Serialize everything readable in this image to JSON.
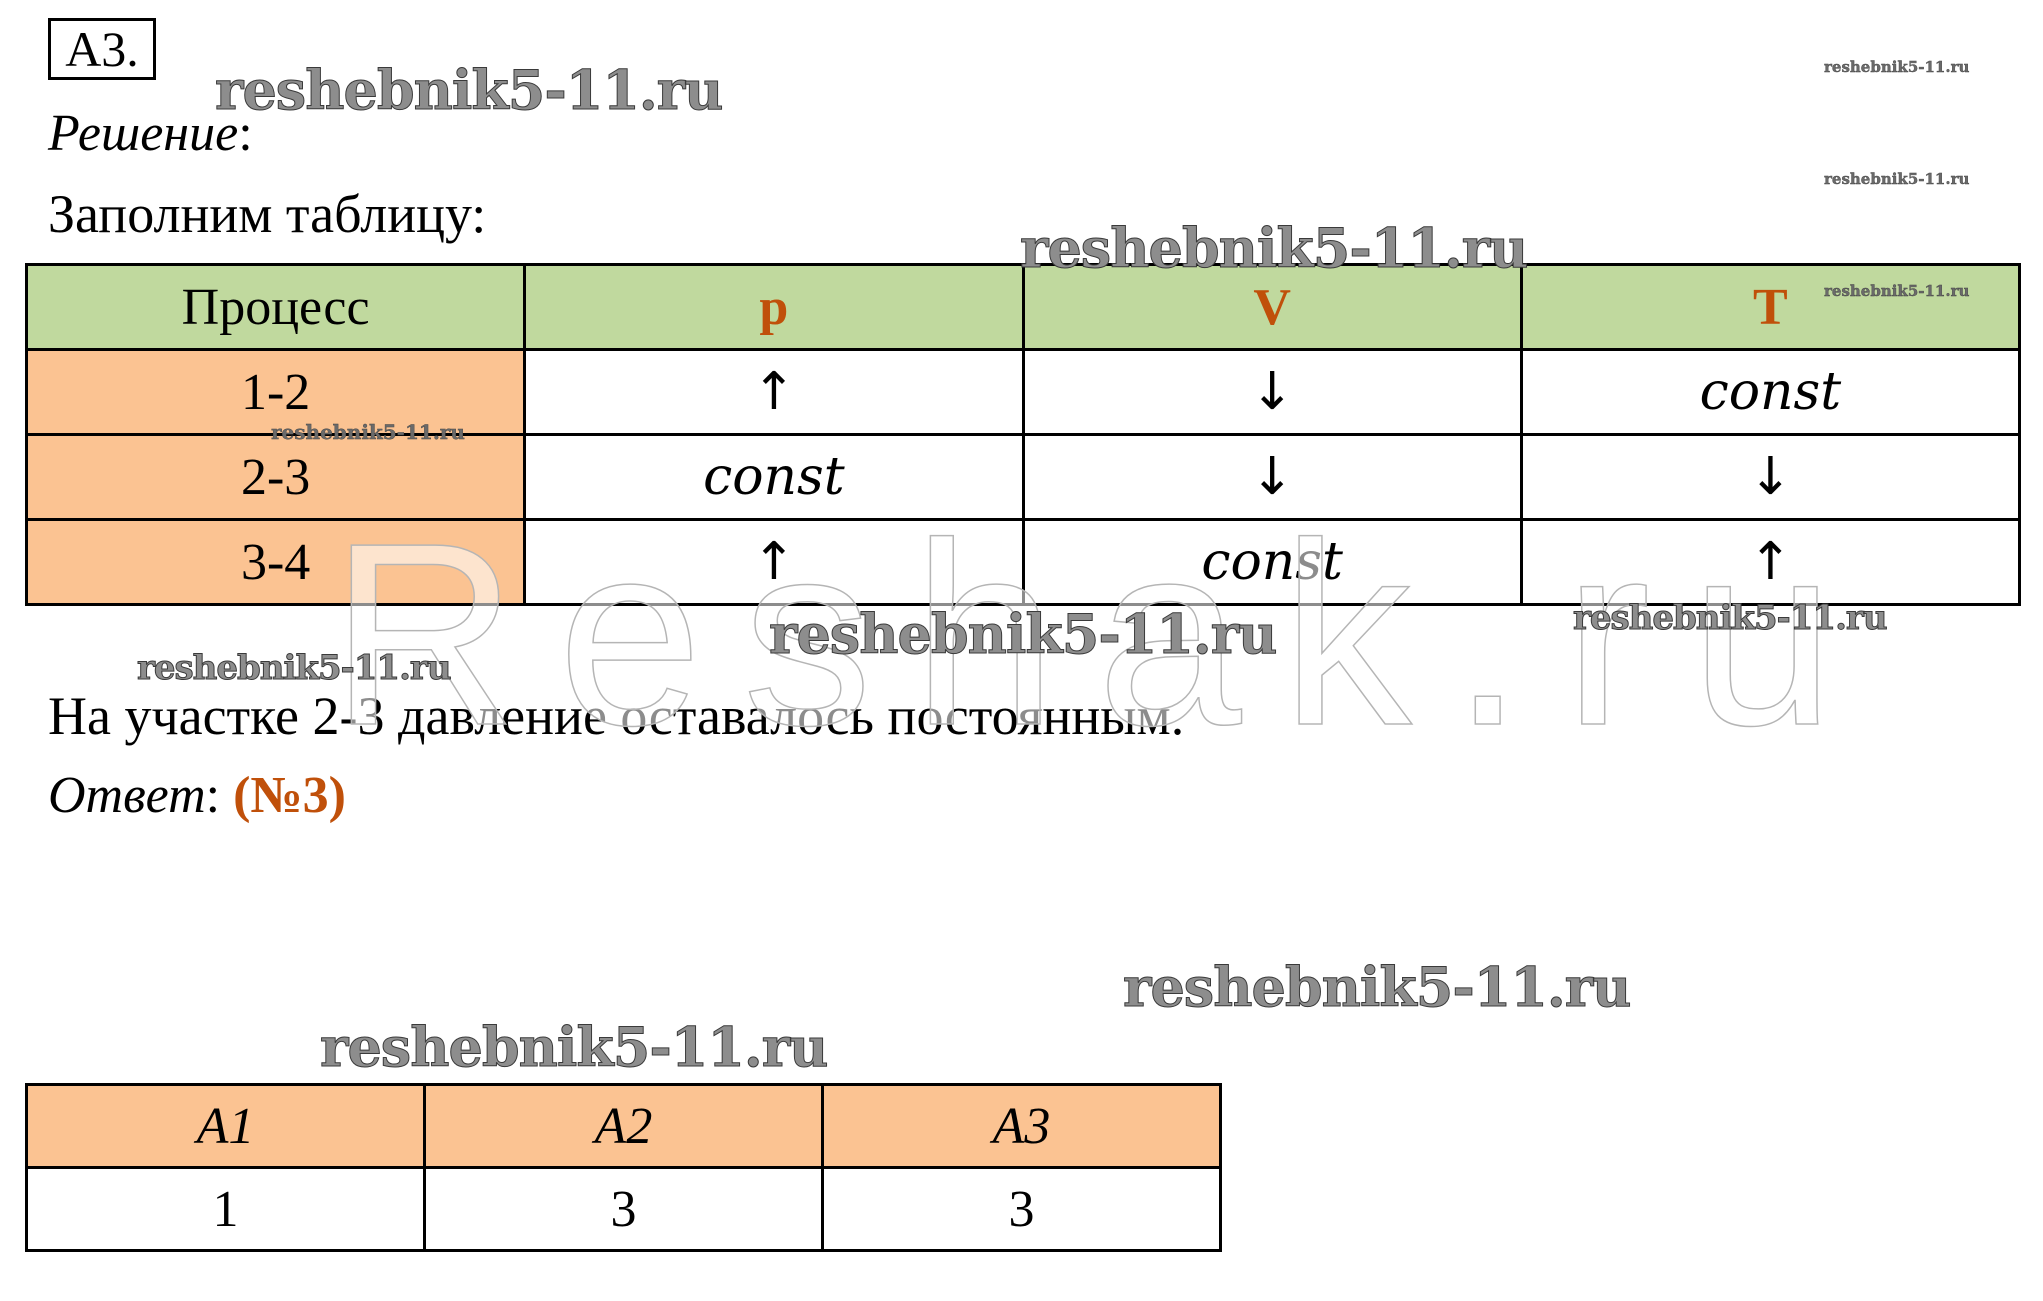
{
  "task_label": "А3.",
  "solution_label": "Решение",
  "solution_colon": ":",
  "intro": "Заполним таблицу:",
  "process_table": {
    "headers": [
      "Процесс",
      "p",
      "V",
      "T"
    ],
    "rows": [
      {
        "process": "1-2",
        "p": "↑",
        "V": "↓",
        "T": "const"
      },
      {
        "process": "2-3",
        "p": "const",
        "V": "↓",
        "T": "↓"
      },
      {
        "process": "3-4",
        "p": "↑",
        "V": "const",
        "T": "↑"
      }
    ]
  },
  "conclusion": "На участке 2-3 давление оставалось постоянным.",
  "answer": {
    "label": "Ответ",
    "colon": ":",
    "value": "(№3)"
  },
  "answers_table": {
    "headers": [
      "A1",
      "A2",
      "A3"
    ],
    "values": [
      "1",
      "3",
      "3"
    ]
  },
  "watermark_text": "reshebnik5-11.ru",
  "background_watermark": "Reshak.ru",
  "colors": {
    "header_green": "#c0d99e",
    "process_peach": "#fbc392",
    "accent_brown": "#c0500a"
  }
}
